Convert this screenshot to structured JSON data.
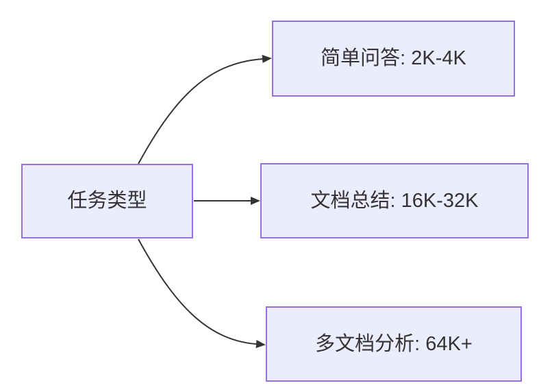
{
  "diagram": {
    "type": "flowchart-left-to-right",
    "root": {
      "label": "任务类型"
    },
    "branches": [
      {
        "label": "简单问答: 2K-4K"
      },
      {
        "label": "文档总结: 16K-32K"
      },
      {
        "label": "多文档分析: 64K+"
      }
    ],
    "edges": [
      {
        "from": "任务类型",
        "to": "简单问答: 2K-4K"
      },
      {
        "from": "任务类型",
        "to": "文档总结: 16K-32K"
      },
      {
        "from": "任务类型",
        "to": "多文档分析: 64K+"
      }
    ],
    "colors": {
      "node_fill": "#ECECFF",
      "node_border": "#9370DB",
      "edge": "#333333",
      "text": "#333333"
    }
  }
}
